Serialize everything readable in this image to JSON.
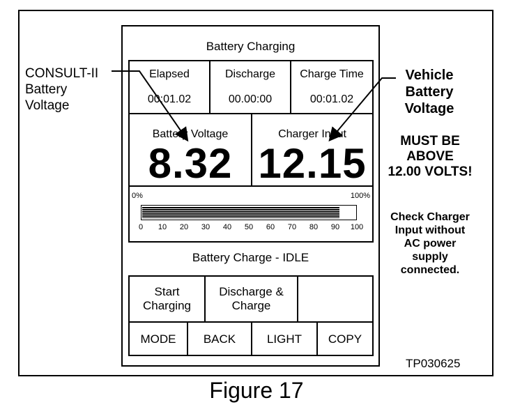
{
  "screen": {
    "title": "Battery Charging",
    "stats": [
      {
        "label": "Elapsed",
        "value": "00:01.02"
      },
      {
        "label": "Discharge",
        "value": "00.00:00"
      },
      {
        "label": "Charge Time",
        "value": "00:01.02"
      }
    ],
    "battery_voltage": {
      "label": "Battery Voltage",
      "value": "8.32"
    },
    "charger_input": {
      "label": "Charger Input",
      "value": "12.15"
    },
    "progress": {
      "min_label": "0%",
      "max_label": "100%",
      "ticks": [
        "0",
        "10",
        "20",
        "30",
        "40",
        "50",
        "60",
        "70",
        "80",
        "90",
        "100"
      ],
      "fill_percent": 92
    },
    "status": "Battery Charge - IDLE",
    "buttons_top": [
      {
        "line1": "Start",
        "line2": "Charging"
      },
      {
        "line1": "Discharge &",
        "line2": "Charge"
      },
      {
        "line1": "",
        "line2": ""
      }
    ],
    "buttons_bottom": [
      "MODE",
      "BACK",
      "LIGHT",
      "COPY"
    ]
  },
  "callouts": {
    "left": [
      "CONSULT-II",
      "Battery",
      "Voltage"
    ],
    "vehicle": [
      "Vehicle",
      "Battery",
      "Voltage"
    ],
    "must": [
      "MUST BE",
      "ABOVE",
      "12.00 VOLTS!"
    ],
    "check": [
      "Check Charger",
      "Input without",
      "AC power",
      "supply",
      "connected."
    ]
  },
  "tp_code": "TP030625",
  "figure_label": "Figure 17"
}
